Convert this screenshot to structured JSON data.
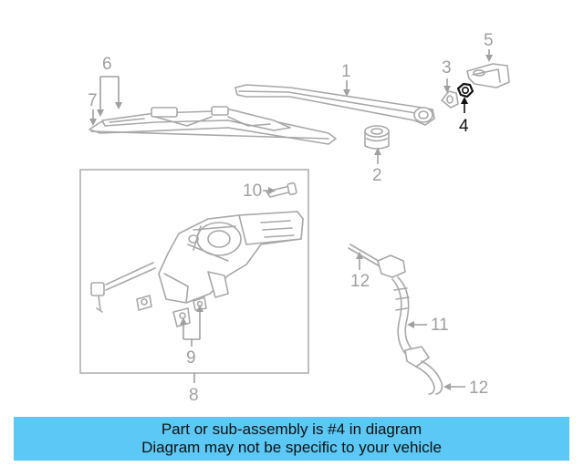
{
  "diagram": {
    "callouts": {
      "c1": "1",
      "c2": "2",
      "c3": "3",
      "c4": "4",
      "c5": "5",
      "c6": "6",
      "c7": "7",
      "c8": "8",
      "c9": "9",
      "c10": "10",
      "c11": "11",
      "c12a": "12",
      "c12b": "12"
    },
    "highlighted_part": "4",
    "colors": {
      "highlight": "#111111",
      "linework": "#a8a8a8",
      "banner": "#5bc8f5"
    }
  },
  "banner": {
    "line1": "Part or sub-assembly is #4 in diagram",
    "line2": "Diagram may not be specific to your vehicle"
  }
}
